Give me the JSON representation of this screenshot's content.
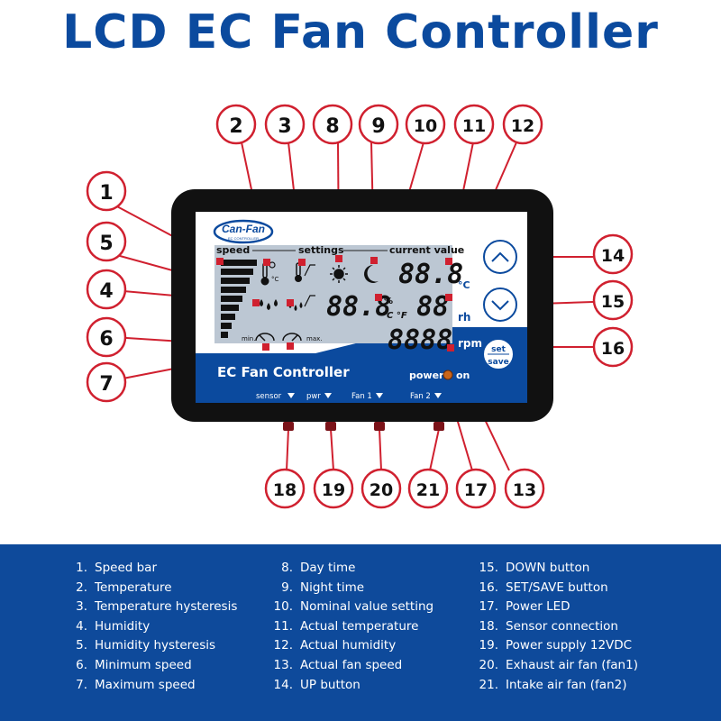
{
  "title": "LCD EC Fan Controller",
  "colors": {
    "brand_blue": "#0b4a9e",
    "callout_red": "#d0202f",
    "lcd_screen": "#bcc7d3",
    "bezel": "#111111"
  },
  "device": {
    "logo": "Can-Fan",
    "logo_sub": "EC CONTROLLER",
    "header_speed": "speed",
    "header_settings": "settings",
    "header_current": "current value",
    "lcd_nominal": "88.8",
    "lcd_percent": "%",
    "lcd_units": "°C °F",
    "lcd_temp": "88.8",
    "lcd_hum": "88",
    "lcd_rpm": "8888",
    "unit_c": "°C",
    "unit_rh": "rh",
    "unit_rpm": "rpm",
    "min_label": "min.",
    "max_label": "max.",
    "brand_label": "EC Fan Controller",
    "power_label": "power",
    "on_label": "on",
    "port_labels": [
      "sensor",
      "pwr",
      "Fan 1",
      "Fan 2"
    ],
    "set_label": "set",
    "save_label": "save"
  },
  "callouts": [
    "1",
    "2",
    "3",
    "8",
    "9",
    "10",
    "11",
    "12",
    "14",
    "15",
    "16",
    "5",
    "4",
    "6",
    "7",
    "18",
    "19",
    "20",
    "21",
    "17",
    "13"
  ],
  "legend": {
    "col1": [
      {
        "num": "1.",
        "label": "Speed bar"
      },
      {
        "num": "2.",
        "label": "Temperature"
      },
      {
        "num": "3.",
        "label": "Temperature hysteresis"
      },
      {
        "num": "4.",
        "label": "Humidity"
      },
      {
        "num": "5.",
        "label": "Humidity hysteresis"
      },
      {
        "num": "6.",
        "label": "Minimum speed"
      },
      {
        "num": "7.",
        "label": "Maximum speed"
      }
    ],
    "col2": [
      {
        "num": "8.",
        "label": "Day time"
      },
      {
        "num": "9.",
        "label": "Night time"
      },
      {
        "num": "10.",
        "label": "Nominal value setting"
      },
      {
        "num": "11.",
        "label": "Actual temperature"
      },
      {
        "num": "12.",
        "label": "Actual humidity"
      },
      {
        "num": "13.",
        "label": "Actual fan speed"
      },
      {
        "num": "14.",
        "label": "UP button"
      }
    ],
    "col3": [
      {
        "num": "15.",
        "label": "DOWN button"
      },
      {
        "num": "16.",
        "label": "SET/SAVE button"
      },
      {
        "num": "17.",
        "label": "Power LED"
      },
      {
        "num": "18.",
        "label": "Sensor connection"
      },
      {
        "num": "19.",
        "label": "Power supply 12VDC"
      },
      {
        "num": "20.",
        "label": "Exhaust air fan (fan1)"
      },
      {
        "num": "21.",
        "label": "Intake air fan (fan2)"
      }
    ]
  }
}
